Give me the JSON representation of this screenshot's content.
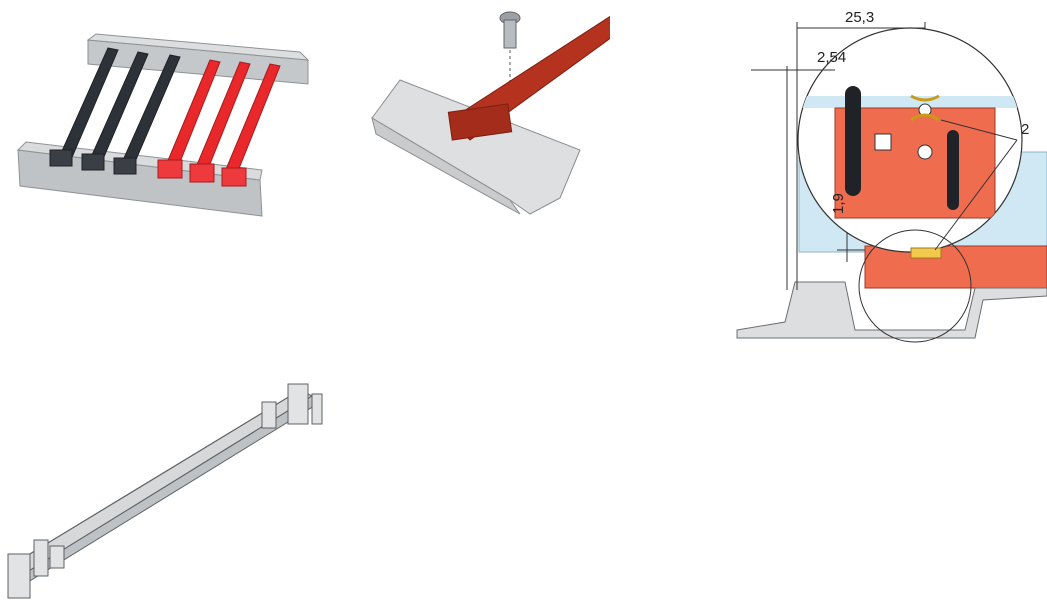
{
  "dimensions": {
    "width_total": "25,3",
    "pitch": "2,54",
    "height": "1,9",
    "callout": "2"
  },
  "colors": {
    "rail_grey": "#b9bcbf",
    "guide_black": "#2d3238",
    "guide_red": "#e8282b",
    "guide_dark_red": "#b5321f",
    "profile_grey": "#d4d6d8",
    "pcb_blue": "#cfe8f4",
    "detail_orange": "#ef6c4f",
    "spring_yellow": "#f2c94c"
  },
  "icons": [
    "guide-rail-assembly",
    "screw-mounted-guide",
    "dimension-drawing",
    "single-guide-rail"
  ]
}
